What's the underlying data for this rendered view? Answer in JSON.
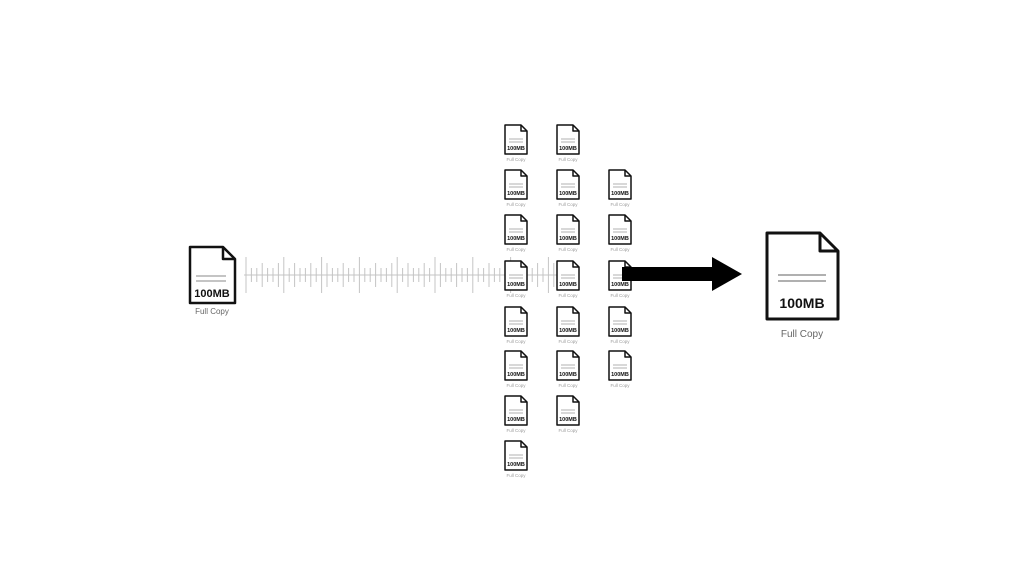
{
  "source_file": {
    "size_label": "100MB",
    "caption": "Full Copy"
  },
  "result_file": {
    "size_label": "100MB",
    "caption": "Full Copy"
  },
  "copies": {
    "size_label": "100MB",
    "caption": "Full Copy",
    "column_counts": [
      8,
      7,
      5
    ]
  },
  "colors": {
    "stroke": "#111111",
    "caption": "#666666",
    "small_caption": "#9a9a9a",
    "lines": "#b0b0b0",
    "ticks": "#c4c4c4",
    "arrow": "#000000"
  }
}
